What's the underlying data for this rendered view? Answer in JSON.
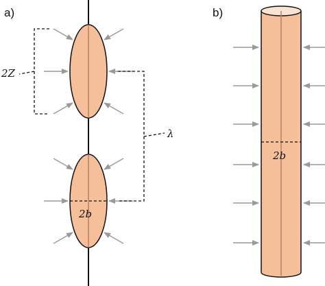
{
  "panels": {
    "a": {
      "label": "a)",
      "spacing_label": "2Z",
      "wavelength_label": "λ",
      "width_label": "2b"
    },
    "b": {
      "label": "b)",
      "width_label": "2b"
    }
  },
  "colors": {
    "body_fill": "#f5bf9a",
    "outline": "#111111",
    "axis_line": "#111111",
    "center_line": "#b78266",
    "arrow": "#9a9a9a",
    "bracket": "#111111"
  }
}
